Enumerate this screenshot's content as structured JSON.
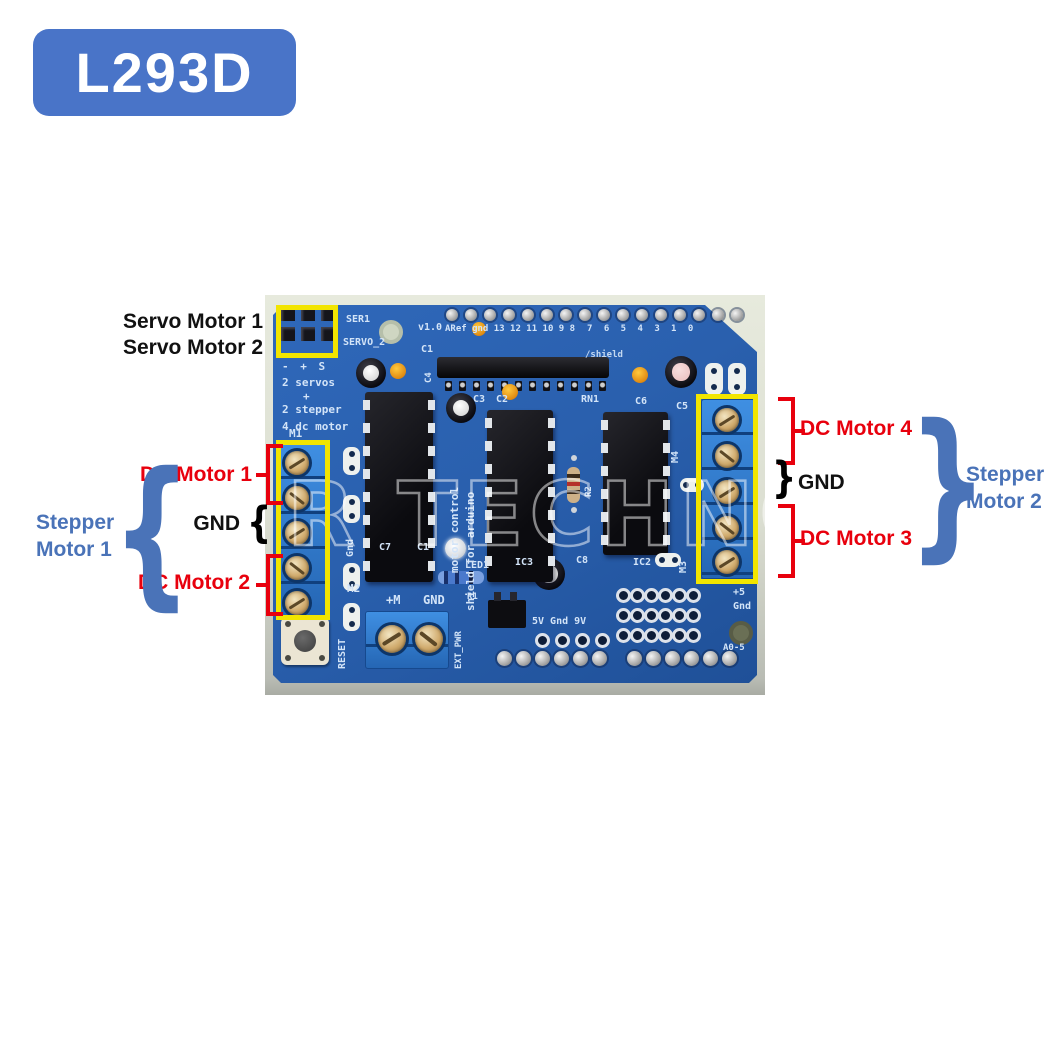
{
  "badge": {
    "label": "L293D"
  },
  "annotations": {
    "servo_line1": "Servo Motor 1",
    "servo_line2": "Servo Motor 2",
    "dc_motor_1": "DC Motor 1",
    "dc_motor_2": "DC Motor 2",
    "dc_motor_3": "DC Motor 3",
    "dc_motor_4": "DC Motor 4",
    "gnd_left": "GND",
    "gnd_right": "GND",
    "stepper1_line1": "Stepper",
    "stepper1_line2": "Motor 1",
    "stepper2_line1": "Stepper",
    "stepper2_line2": "Motor 2",
    "brace_open": "{",
    "brace_close": "}",
    "colors": {
      "red": "#e8000d",
      "blue": "#4a73b8",
      "yellow": "#f2e500",
      "black": "#000000",
      "badge_blue": "#4974c8"
    }
  },
  "board": {
    "watermark": "R TECHNOL",
    "silk": {
      "ser1": "SER1",
      "servo2": "SERVO_2",
      "version": "v1.0",
      "pins_left": "ARef gnd 13 12 11 10 9 8",
      "pins_mid": "7 6 5 4 3",
      "pins_right": "1 0",
      "shield_note": "/shield",
      "legend_pins": "- + S",
      "legend_servos": "2 servos",
      "legend_plus": "+",
      "legend_stepper": "2 stepper",
      "legend_dc": "4 dc motor",
      "m1": "M1",
      "m2": "M2",
      "m3": "M3",
      "m4": "M4",
      "gnd_vertical": "Gnd",
      "c1": "C1",
      "c1b": "C1",
      "c2": "C2",
      "c3": "C3",
      "c4": "C4",
      "c5": "C5",
      "c6": "C6",
      "c7": "C7",
      "c8": "C8",
      "rn1": "RN1",
      "r1": "R1",
      "r2": "R2",
      "led1": "LED1",
      "ic2": "IC2",
      "ic3": "IC3",
      "motor_control": "motor control",
      "shield_for": "shield for arduino",
      "reset": "RESET",
      "ext_pwr": "EXT_PWR",
      "plus_m": "+M",
      "gnd_label": "GND",
      "rail": "5V Gnd 9V",
      "plus5": "+5",
      "gnd_right": "Gnd",
      "a05": "A0-5"
    }
  }
}
